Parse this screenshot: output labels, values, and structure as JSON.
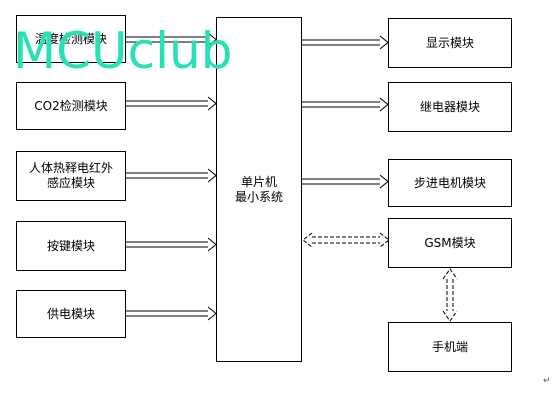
{
  "watermark": "MCUclub",
  "corner_mark": "↵",
  "mcu": {
    "line1": "单片机",
    "line2": "最小系统"
  },
  "inputs": {
    "temp": "温度检测模块",
    "co2": "CO2检测模块",
    "pir_line1": "人体热释电红外",
    "pir_line2": "感应模块",
    "keys": "按键模块",
    "power": "供电模块"
  },
  "outputs": {
    "display": "显示模块",
    "relay": "继电器模块",
    "stepper": "步进电机模块",
    "gsm": "GSM模块",
    "phone": "手机端"
  },
  "colors": {
    "watermark": "#27e0b4",
    "line": "#000000"
  }
}
